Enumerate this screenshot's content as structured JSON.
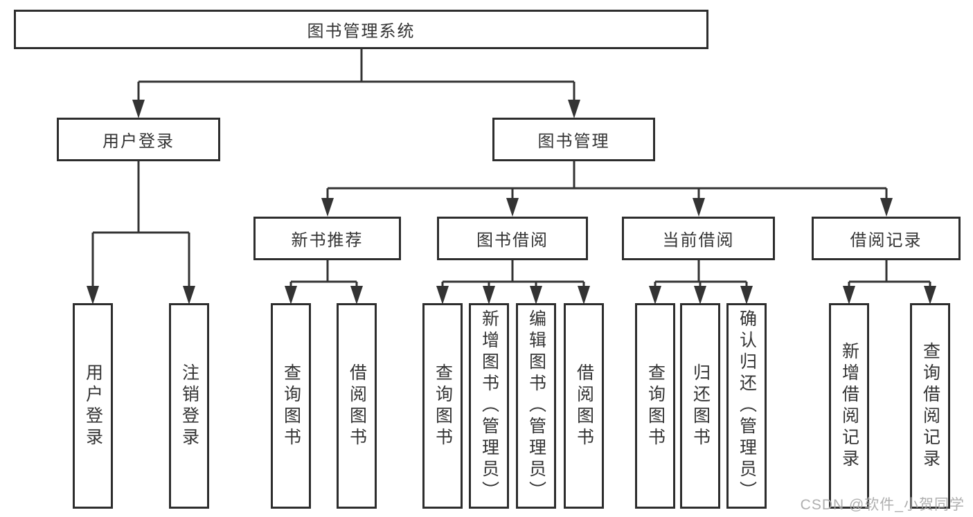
{
  "colors": {
    "line": "#333333",
    "box_border": "#2d2d2d",
    "text": "#333333",
    "background": "#ffffff",
    "watermark": "#a8a8a8"
  },
  "tree": {
    "root": {
      "label": "图书管理系统"
    },
    "branches": [
      {
        "label": "用户登录",
        "children": [
          {
            "label": "用户登录"
          },
          {
            "label": "注销登录"
          }
        ]
      },
      {
        "label": "图书管理",
        "sections": [
          {
            "label": "新书推荐",
            "children": [
              {
                "label": "查询图书"
              },
              {
                "label": "借阅图书"
              }
            ]
          },
          {
            "label": "图书借阅",
            "children": [
              {
                "label": "查询图书"
              },
              {
                "label": "新增图书（管理员）"
              },
              {
                "label": "编辑图书（管理员）"
              },
              {
                "label": "借阅图书"
              }
            ]
          },
          {
            "label": "当前借阅",
            "children": [
              {
                "label": "查询图书"
              },
              {
                "label": "归还图书"
              },
              {
                "label": "确认归还（管理员）"
              }
            ]
          },
          {
            "label": "借阅记录",
            "children": [
              {
                "label": "新增借阅记录"
              },
              {
                "label": "查询借阅记录"
              }
            ]
          }
        ]
      }
    ]
  },
  "watermark": {
    "text": "CSDN @软件_小贺同学"
  }
}
